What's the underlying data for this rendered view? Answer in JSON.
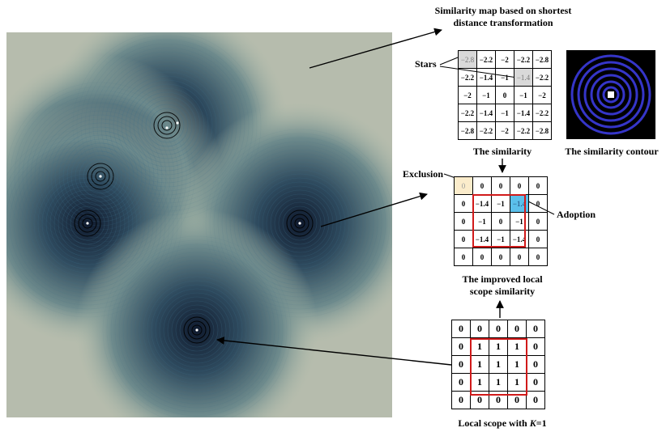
{
  "titles": {
    "sim_map_line1": "Similarity map based on shortest",
    "sim_map_line2": "distance transformation",
    "similarity_caption": "The  similarity",
    "contour_caption": "The  similarity contour",
    "improved_line1": "The improved local",
    "improved_line2": "scope similarity",
    "local_scope_prefix": "Local scope with ",
    "local_scope_k": "K",
    "local_scope_suffix": "=1"
  },
  "labels": {
    "stars": "Stars",
    "exclusion": "Exclusion",
    "adoption": "Adoption"
  },
  "similarity_grid": [
    [
      "−2.8",
      "−2.2",
      "−2",
      "−2.2",
      "−2.8"
    ],
    [
      "−2.2",
      "−1.4",
      "−1",
      "−1.4",
      "−2.2"
    ],
    [
      "−2",
      "−1",
      "0",
      "−1",
      "−2"
    ],
    [
      "−2.2",
      "−1.4",
      "−1",
      "−1.4",
      "−2.2"
    ],
    [
      "−2.8",
      "−2.2",
      "−2",
      "−2.2",
      "−2.8"
    ]
  ],
  "improved_grid": [
    [
      "0",
      "0",
      "0",
      "0",
      "0"
    ],
    [
      "0",
      "−1.4",
      "−1",
      "−1.4",
      "0"
    ],
    [
      "0",
      "−1",
      "0",
      "−1",
      "0"
    ],
    [
      "0",
      "−1.4",
      "−1",
      "−1.4",
      "0"
    ],
    [
      "0",
      "0",
      "0",
      "0",
      "0"
    ]
  ],
  "local_scope_grid": [
    [
      "0",
      "0",
      "0",
      "0",
      "0"
    ],
    [
      "0",
      "1",
      "1",
      "1",
      "0"
    ],
    [
      "0",
      "1",
      "1",
      "1",
      "0"
    ],
    [
      "0",
      "1",
      "1",
      "1",
      "0"
    ],
    [
      "0",
      "0",
      "0",
      "0",
      "0"
    ]
  ],
  "colors": {
    "map_dark": "#1a2a40",
    "map_mid": "#4a6a80",
    "map_light": "#e8ddb8",
    "star_cell": "#d9d9d9",
    "exclusion_cell": "#fbeccb",
    "adoption_cell": "#5bc0eb",
    "scope_box": "#d11a1a",
    "contour_ring": "#3535c8"
  }
}
